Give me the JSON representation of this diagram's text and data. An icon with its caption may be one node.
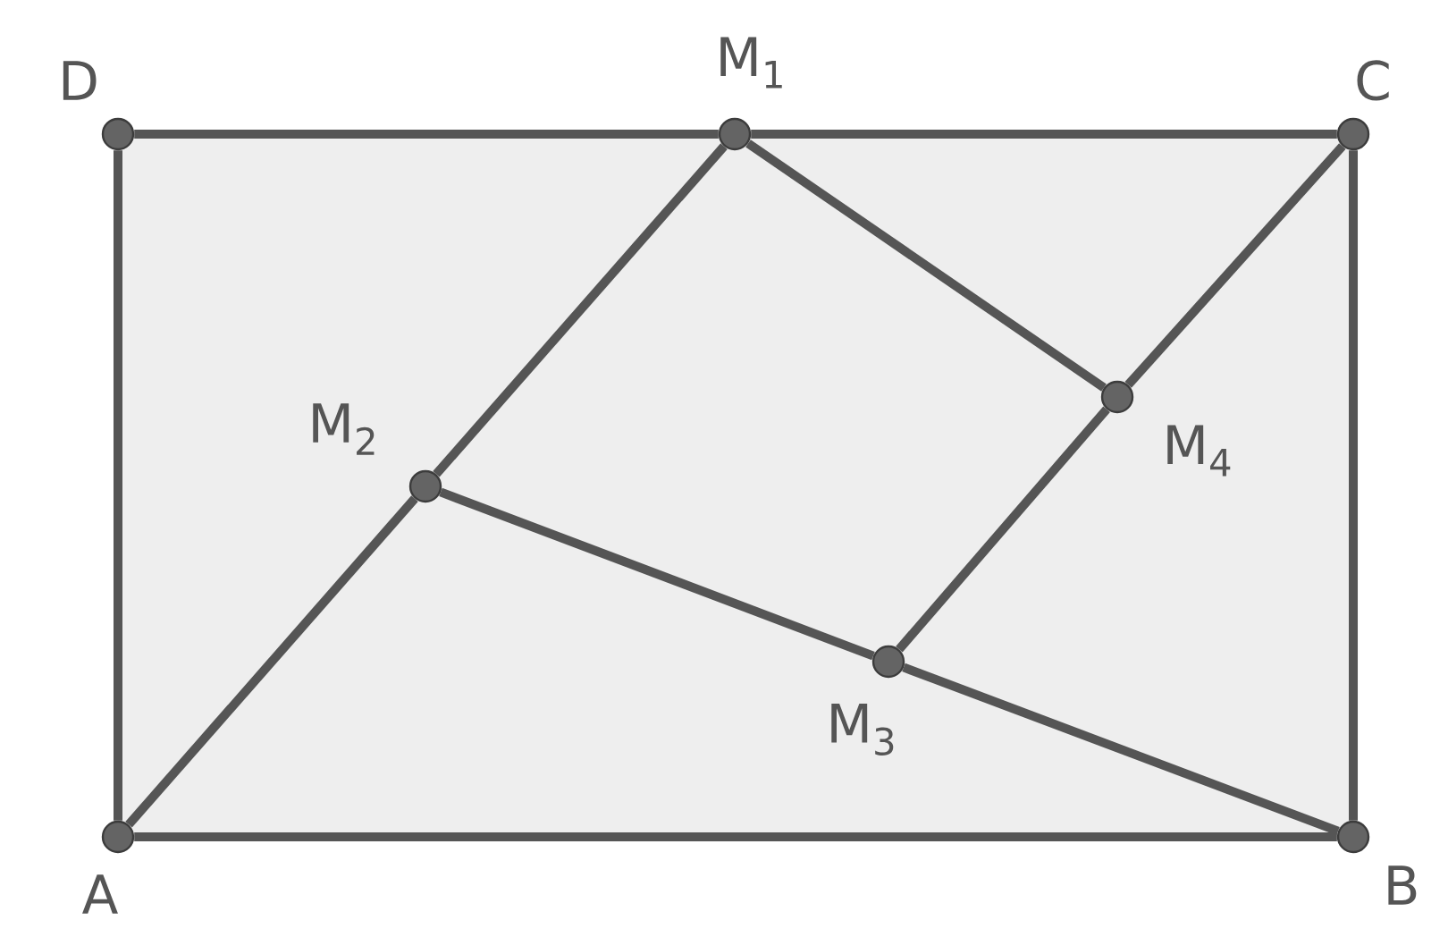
{
  "diagram": {
    "nodes": [
      {
        "text": [],
        "shape": "circle",
        "beside": [
          "A"
        ]
      },
      {
        "text": [],
        "shape": "circle",
        "beside": [
          "B"
        ]
      },
      {
        "text": [],
        "shape": "circle",
        "beside": [
          "C"
        ]
      },
      {
        "text": [],
        "shape": "circle",
        "beside": [
          "D"
        ]
      },
      {
        "text": [],
        "shape": "circle",
        "beside": [
          "M$_{1}$"
        ]
      },
      {
        "text": [],
        "shape": "circle",
        "beside": [
          "M$_{2}$"
        ]
      },
      {
        "text": [],
        "shape": "circle",
        "beside": [
          "M$_{3}$"
        ]
      },
      {
        "text": [],
        "shape": "circle",
        "beside": [
          "M$_{4}$"
        ]
      }
    ],
    "edges": [
      {
        "from": 0,
        "to": 1,
        "arrow": "none"
      },
      {
        "from": 1,
        "to": 2,
        "arrow": "none"
      },
      {
        "from": 2,
        "to": 4,
        "arrow": "none"
      },
      {
        "from": 4,
        "to": 3,
        "arrow": "none"
      },
      {
        "from": 3,
        "to": 0,
        "arrow": "none"
      },
      {
        "from": 0,
        "to": 5,
        "arrow": "none"
      },
      {
        "from": 5,
        "to": 4,
        "arrow": "none"
      },
      {
        "from": 5,
        "to": 6,
        "arrow": "none"
      },
      {
        "from": 6,
        "to": 1,
        "arrow": "none"
      },
      {
        "from": 4,
        "to": 7,
        "arrow": "none"
      },
      {
        "from": 7,
        "to": 2,
        "arrow": "none"
      },
      {
        "from": 6,
        "to": 7,
        "arrow": "none"
      }
    ]
  }
}
